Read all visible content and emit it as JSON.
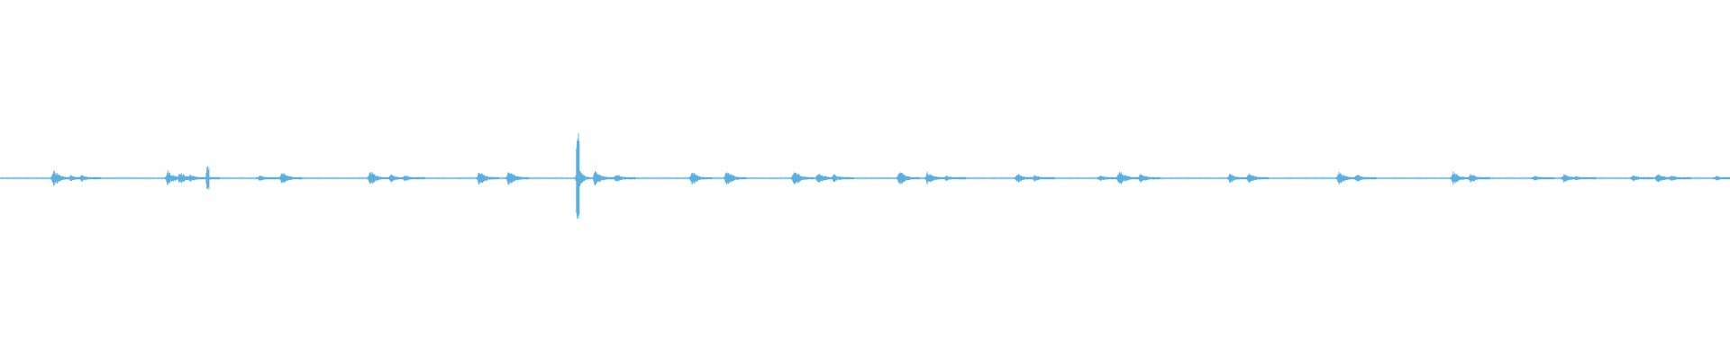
{
  "chart_data": {
    "type": "line",
    "title": "",
    "xlabel": "",
    "ylabel": "",
    "grid": false,
    "legend": "none",
    "ylim": [
      -1,
      1
    ],
    "xlim": [
      0,
      1
    ],
    "colors": {
      "waveform": "#5aaee0",
      "background": "#ffffff"
    },
    "series": [
      {
        "bursts": [
          {
            "t": 0.031,
            "a": 0.12
          },
          {
            "t": 0.041,
            "a": 0.05
          },
          {
            "t": 0.047,
            "a": 0.05
          },
          {
            "t": 0.097,
            "a": 0.11
          },
          {
            "t": 0.104,
            "a": 0.09
          },
          {
            "t": 0.11,
            "a": 0.06
          },
          {
            "t": 0.12,
            "a": 0.22,
            "spike": true
          },
          {
            "t": 0.15,
            "a": 0.04
          },
          {
            "t": 0.163,
            "a": 0.1
          },
          {
            "t": 0.214,
            "a": 0.11
          },
          {
            "t": 0.226,
            "a": 0.06
          },
          {
            "t": 0.234,
            "a": 0.05
          },
          {
            "t": 0.277,
            "a": 0.12
          },
          {
            "t": 0.294,
            "a": 0.12
          },
          {
            "t": 0.334,
            "a": 1.0,
            "spike": true
          },
          {
            "t": 0.344,
            "a": 0.12
          },
          {
            "t": 0.356,
            "a": 0.07
          },
          {
            "t": 0.4,
            "a": 0.1
          },
          {
            "t": 0.42,
            "a": 0.12
          },
          {
            "t": 0.459,
            "a": 0.12
          },
          {
            "t": 0.473,
            "a": 0.09
          },
          {
            "t": 0.482,
            "a": 0.07
          },
          {
            "t": 0.52,
            "a": 0.12
          },
          {
            "t": 0.536,
            "a": 0.09
          },
          {
            "t": 0.547,
            "a": 0.04
          },
          {
            "t": 0.588,
            "a": 0.07
          },
          {
            "t": 0.598,
            "a": 0.05
          },
          {
            "t": 0.636,
            "a": 0.05
          },
          {
            "t": 0.647,
            "a": 0.12
          },
          {
            "t": 0.659,
            "a": 0.08
          },
          {
            "t": 0.711,
            "a": 0.07
          },
          {
            "t": 0.722,
            "a": 0.09
          },
          {
            "t": 0.774,
            "a": 0.1
          },
          {
            "t": 0.784,
            "a": 0.06
          },
          {
            "t": 0.84,
            "a": 0.1
          },
          {
            "t": 0.85,
            "a": 0.07
          },
          {
            "t": 0.887,
            "a": 0.04
          },
          {
            "t": 0.904,
            "a": 0.07
          },
          {
            "t": 0.911,
            "a": 0.04
          },
          {
            "t": 0.944,
            "a": 0.05
          },
          {
            "t": 0.958,
            "a": 0.08
          },
          {
            "t": 0.966,
            "a": 0.05
          },
          {
            "t": 0.992,
            "a": 0.04
          }
        ]
      }
    ]
  }
}
